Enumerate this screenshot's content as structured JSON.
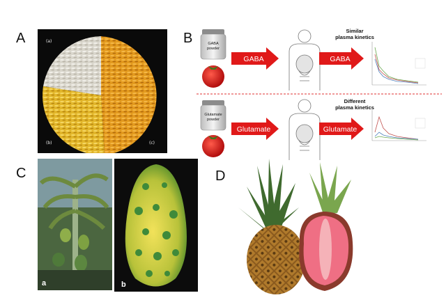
{
  "panels": {
    "a": {
      "letter": "A",
      "sub_labels": [
        "(a)",
        "(b)",
        "(c)"
      ]
    },
    "b": {
      "letter": "B",
      "top_row": {
        "jar_label_line1": "GABA",
        "jar_label_line2": "powder",
        "arrow1": "GABA",
        "arrow2": "GABA",
        "kinetics_line1": "Similar",
        "kinetics_line2": "plasma kinetics"
      },
      "bottom_row": {
        "jar_label_line1": "Glutamate",
        "jar_label_line2": "powder",
        "arrow1": "Glutamate",
        "arrow2": "Glutamate",
        "kinetics_line1": "Different",
        "kinetics_line2": "plasma kinetics"
      },
      "colors": {
        "arrow": "#e01919",
        "divider": "#e03030"
      }
    },
    "c": {
      "letter": "C",
      "sub_labels": [
        "a",
        "b"
      ]
    },
    "d": {
      "letter": "D"
    }
  }
}
